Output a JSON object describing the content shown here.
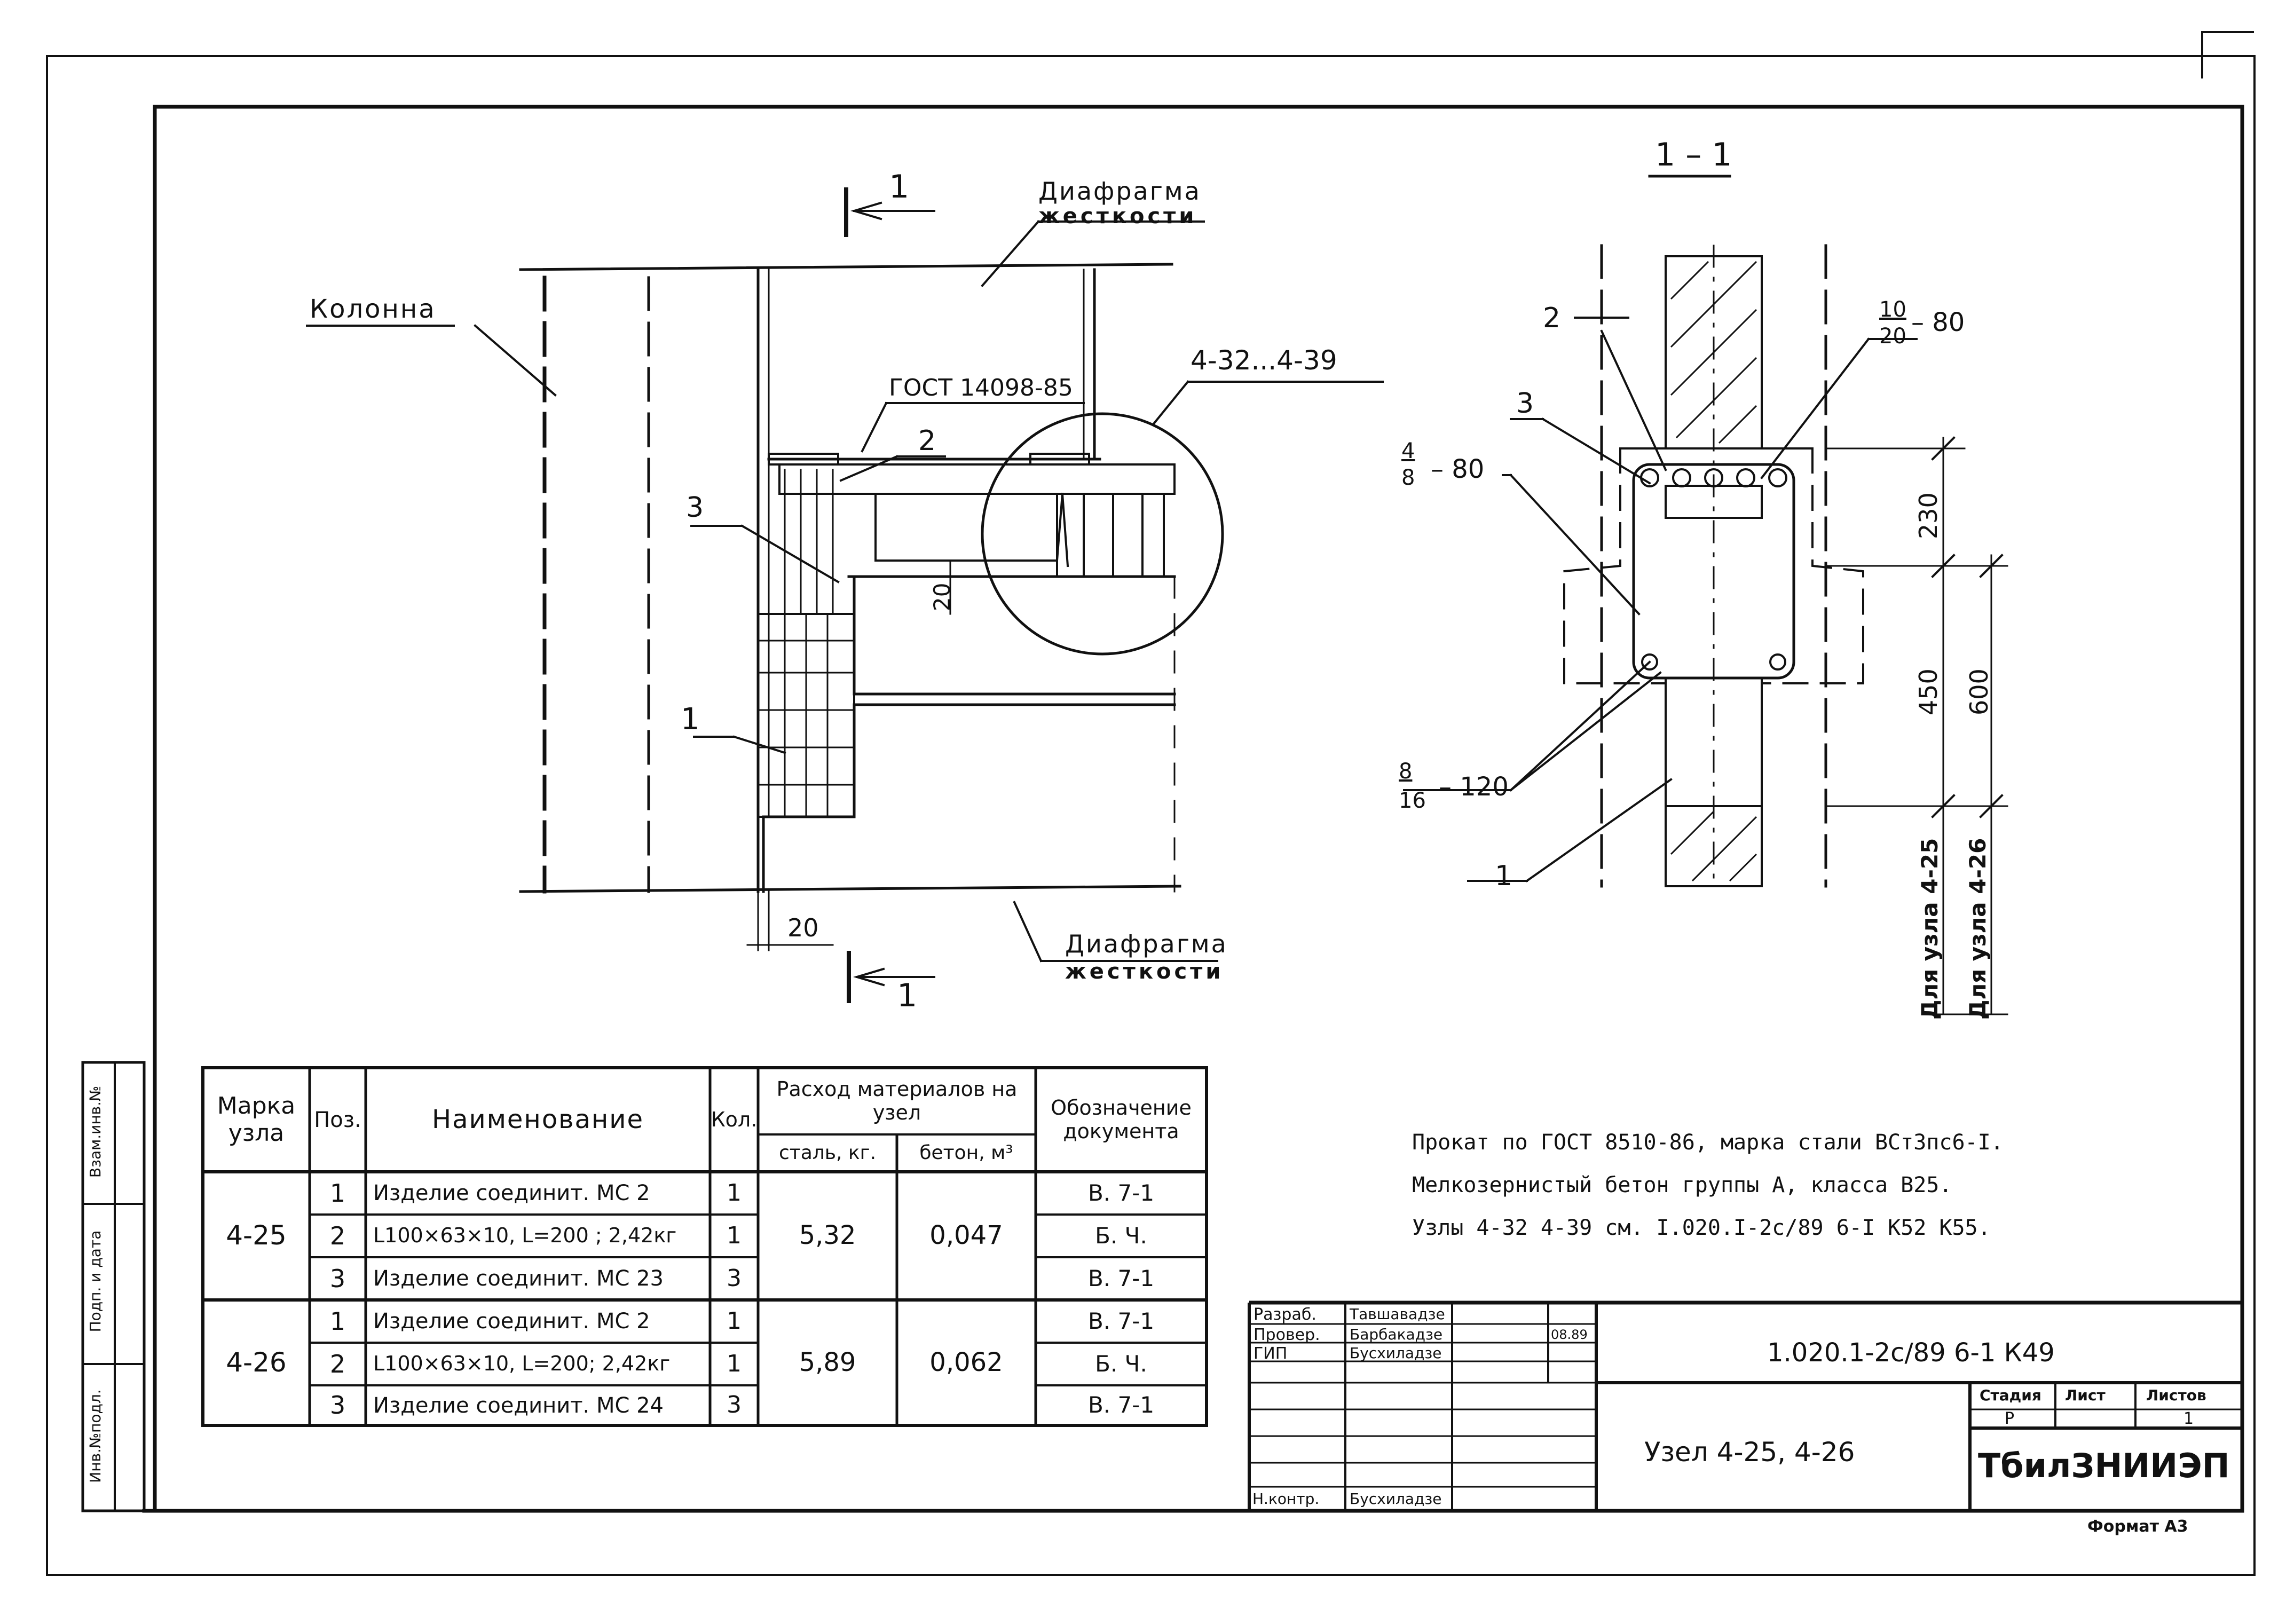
{
  "left_drawing": {
    "labels": {
      "section_mark_top": "1",
      "section_mark_bottom": "1",
      "column": "Колонна",
      "diaphragm_top_line1": "Диафрагма",
      "diaphragm_top_line2": "жесткости",
      "diaphragm_bottom_line1": "Диафрагма",
      "diaphragm_bottom_line2": "жесткости",
      "gost": "ГОСТ 14098-85",
      "callout_range": "4-32...4-39",
      "pos_1": "1",
      "pos_2": "2",
      "pos_3": "3",
      "dim_20_vertical": "20",
      "dim_20_bottom": "20"
    }
  },
  "section_view": {
    "title": "1 – 1",
    "labels": {
      "pos_1": "1",
      "pos_2": "2",
      "pos_3": "3",
      "rebar_top_num": "10",
      "rebar_top_den": "20",
      "rebar_top_spacing": "– 80",
      "rebar_left_num": "4",
      "rebar_left_den": "8",
      "rebar_left_spacing": "– 80",
      "rebar_bottom_num": "8",
      "rebar_bottom_den": "16",
      "rebar_bottom_spacing": "– 120",
      "dim_230": "230",
      "dim_450": "450",
      "dim_600": "600",
      "for_node_425": "Для узла 4-25",
      "for_node_426": "Для узла 4-26"
    }
  },
  "spec_table": {
    "headers": {
      "mark": "Марка узла",
      "pos": "Поз.",
      "name": "Наименование",
      "qty": "Кол.",
      "consumption": "Расход материалов на узел",
      "steel": "сталь, кг.",
      "concrete": "бетон, м³",
      "designation": "Обозначение документа"
    },
    "groups": [
      {
        "mark": "4-25",
        "steel": "5,32",
        "concrete": "0,047",
        "rows": [
          {
            "pos": "1",
            "name": "Изделие соединит. МС 2",
            "qty": "1",
            "doc": "В. 7-1"
          },
          {
            "pos": "2",
            "name": "L100×63×10, L=200 ; 2,42кг",
            "qty": "1",
            "doc": "Б. Ч."
          },
          {
            "pos": "3",
            "name": "Изделие соединит. МС 23",
            "qty": "3",
            "doc": "В. 7-1"
          }
        ]
      },
      {
        "mark": "4-26",
        "steel": "5,89",
        "concrete": "0,062",
        "rows": [
          {
            "pos": "1",
            "name": "Изделие соединит. МС 2",
            "qty": "1",
            "doc": "В. 7-1"
          },
          {
            "pos": "2",
            "name": "L100×63×10, L=200; 2,42кг",
            "qty": "1",
            "doc": "Б. Ч."
          },
          {
            "pos": "3",
            "name": "Изделие соединит. МС 24",
            "qty": "3",
            "doc": "В. 7-1"
          }
        ]
      }
    ]
  },
  "notes": [
    "Прокат по ГОСТ 8510-86, марка стали ВСт3пс6-I.",
    "Мелкозернистый бетон группы А, класса В25.",
    "Узлы 4-32  4-39 см. I.020.I-2с/89 6-I К52  К55."
  ],
  "side_stamp": {
    "inv_orig": "Инв.№подл.",
    "sign_date": "Подп. и дата",
    "replace_inv": "Взам.инв.№"
  },
  "title_block": {
    "roles": [
      {
        "role": "Разраб.",
        "name": "Тавшавадзе",
        "date": ""
      },
      {
        "role": "Провер.",
        "name": "Барбакадзе",
        "date": "08.89"
      },
      {
        "role": "ГИП",
        "name": "Бусхиладзе",
        "date": ""
      },
      {
        "role": "Н.контр.",
        "name": "Бусхиладзе",
        "date": ""
      }
    ],
    "doc_code": "1.020.1-2с/89  6-1  К49",
    "drawing_title": "Узел 4-25, 4-26",
    "stage_label": "Стадия",
    "sheet_label": "Лист",
    "sheets_label": "Листов",
    "stage_value": "Р",
    "sheet_value": "",
    "sheets_value": "1",
    "organization": "ТбилЗНИИЭП",
    "format": "Формат А3"
  }
}
